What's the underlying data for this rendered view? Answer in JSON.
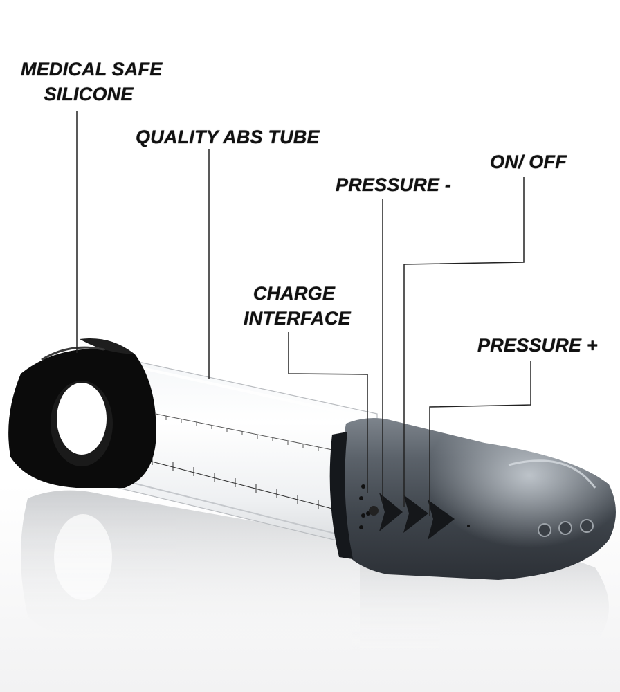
{
  "labels": {
    "medical_safe_line1": "MEDICAL SAFE",
    "medical_safe_line2": "SILICONE",
    "quality_abs_tube": "QUALITY ABS TUBE",
    "on_off": "ON/ OFF",
    "pressure_minus": "PRESSURE -",
    "charge_line1": "CHARGE",
    "charge_line2": "INTERFACE",
    "pressure_plus": "PRESSURE +"
  },
  "colors": {
    "label_text": "#111111",
    "leader_line": "#222222",
    "silicone_sleeve": "#0b0b0b",
    "pump_head": "#4a5058",
    "background": "#ffffff"
  },
  "icons": [
    "play-arrow-icon",
    "play-arrow-icon",
    "play-arrow-icon",
    "led-dot-icon",
    "vent-hole-icon"
  ]
}
